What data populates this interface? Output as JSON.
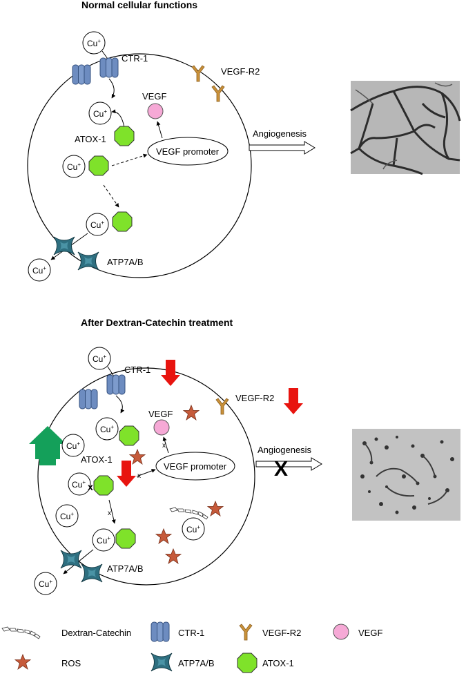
{
  "panel_normal": {
    "title": "Normal cellular functions",
    "ion": "Cu",
    "ion_charge": "+",
    "transporter_in": "CTR-1",
    "receptor": "VEGF-R2",
    "growth_factor": "VEGF",
    "chaperone": "ATOX-1",
    "promoter": "VEGF promoter",
    "transporter_out": "ATP7A/B",
    "outcome": "Angiogenesis"
  },
  "panel_treated": {
    "title": "After Dextran-Catechin treatment",
    "ion": "Cu",
    "ion_charge": "+",
    "transporter_in": "CTR-1",
    "receptor": "VEGF-R2",
    "growth_factor": "VEGF",
    "chaperone": "ATOX-1",
    "promoter": "VEGF promoter",
    "transporter_out": "ATP7A/B",
    "outcome": "Angiogenesis",
    "block_mark": "X"
  },
  "legend": {
    "dextran_catechin": "Dextran-Catechin",
    "ctr1": "CTR-1",
    "vegf_r2": "VEGF-R2",
    "vegf": "VEGF",
    "ros": "ROS",
    "atp7ab": "ATP7A/B",
    "atox1": "ATOX-1"
  },
  "colors": {
    "ctr1": "#6d8cc0",
    "atp7ab": "#2e6f80",
    "vegf_r2": "#c9913a",
    "vegf": "#f6a9d6",
    "atox1": "#7fe22a",
    "ros": "#c65a3a",
    "down_arrow": "#e8140f",
    "up_arrow": "#14a05a"
  }
}
